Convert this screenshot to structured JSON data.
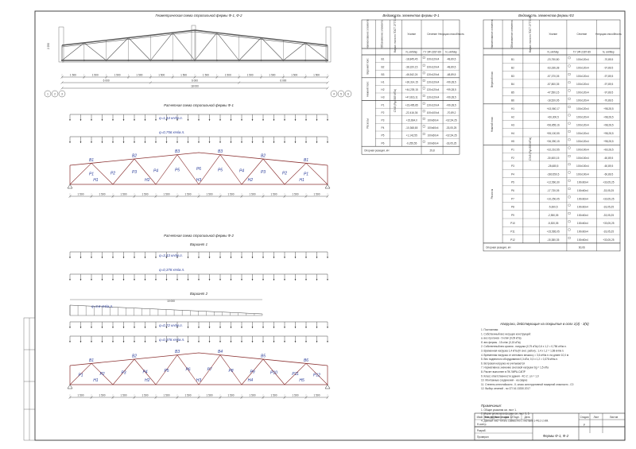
{
  "main_scheme": {
    "title": "Геометрическая схема стропильной фермы Ф-1, Ф-2",
    "dims": [
      "1 500",
      "1 500",
      "1 500",
      "1 500",
      "1 500",
      "1 500",
      "1 500",
      "1 500",
      "1 500",
      "1 500",
      "1 500",
      "1 500"
    ],
    "sub_dims": [
      "6 000",
      "6 000",
      "6 000"
    ],
    "total": "18 000",
    "height": "2 250",
    "axes_left": [
      "1",
      "2",
      "3"
    ],
    "axes_right": [
      "4",
      "5",
      "6"
    ]
  },
  "scheme_f1": {
    "title": "Расчетная схема стропильной фермы Ф-1",
    "q1": "q=1,44 кН/м.п.",
    "q2": "q=0,756 кН/м.п.",
    "top_labels": [
      "B1",
      "B2",
      "B3",
      "B3",
      "B2",
      "B1"
    ],
    "diag_labels": [
      "P1",
      "P2",
      "P3",
      "P4",
      "P5",
      "P6",
      "P5",
      "P4",
      "P3",
      "P2",
      "P1"
    ],
    "bottom_labels": [
      "H1",
      "H2",
      "H3",
      "H2",
      "H1"
    ],
    "dims": [
      "1 500",
      "1 500",
      "1 500",
      "1 500",
      "1 500",
      "1 500",
      "1 500",
      "1 500",
      "1 500",
      "1 500",
      "1 500",
      "1 500"
    ]
  },
  "scheme_f2": {
    "title": "Расчетная схема стропильной фермы Ф-2",
    "variant1": "Вариант 1",
    "variant2": "Вариант 2",
    "q_v1_top": "q=3,43 кН/м.п.",
    "q_v1_bottom": "q=0,378 кН/м.п.",
    "q_v2_snow": "q=3,6 кН/м.п.",
    "q_v2_top": "q=0,72 кН/м.п.",
    "q_v2_bottom": "q=0,378 кН/м.п.",
    "snow_span": "10 000",
    "top_labels": [
      "B1",
      "B2",
      "B3",
      "B4",
      "B5",
      "B6"
    ],
    "diag_labels": [
      "P1",
      "P2",
      "P3",
      "P4",
      "P5",
      "P6",
      "P7",
      "P8",
      "P9",
      "P10",
      "P11",
      "P12"
    ],
    "bottom_labels": [
      "H1",
      "H2",
      "H3",
      "H4",
      "H5"
    ],
    "dims": [
      "1 500",
      "1 500",
      "1 500",
      "1 500",
      "1 500",
      "1 500",
      "1 500",
      "1 500",
      "1 500",
      "1 500",
      "1 500",
      "1 500"
    ]
  },
  "table_f1": {
    "title": "Ведомость элементов фермы Ф-1",
    "headers": [
      "Наименование элемента",
      "Обозначение элемента",
      "Марка стали по ГОСТ 27772-88",
      "Усилие",
      "Сечение",
      "Несущая способность"
    ],
    "units": [
      "N, кН/Мкр",
      "ГУ ЭФ-2287-89",
      "N, кН/Мкр"
    ],
    "groups": [
      {
        "name": "Верхний пояс",
        "rows": [
          [
            "B1",
            "-18,845,45",
            "100х120х4",
            "-48,89,5"
          ],
          [
            "B2",
            "-38,320,15",
            "100х120х4",
            "-48,89,5"
          ],
          [
            "B3",
            "-46,542,24",
            "120х120х4",
            "-48,89,5"
          ]
        ]
      },
      {
        "name": "Нижний пояс",
        "rows": [
          [
            "H1",
            "+30,314,15",
            "120х120х4",
            "+99,28,5"
          ],
          [
            "H2",
            "+44,239,15",
            "120х120х4",
            "+99,28,5"
          ],
          [
            "H3",
            "+47,816,11",
            "120х120х4",
            "+99,28,5"
          ]
        ]
      },
      {
        "name": "Раскосы",
        "rows": [
          [
            "P1",
            "+23,495,85",
            "120х120х4",
            "+99,28,5"
          ],
          [
            "P2",
            "-22,416,36",
            "100х100х4",
            "-70,89,2"
          ],
          [
            "P3",
            "+15,664,0",
            "100х60х4",
            "+32,54,25"
          ],
          [
            "P4",
            "-10,368,65",
            "100х60х4",
            "-33,05,25"
          ],
          [
            "P5",
            "+1,142,55",
            "100х60х4",
            "+32,54,25"
          ],
          [
            "P6",
            "-0,255,55",
            "100х60х4",
            "-33,05,25"
          ]
        ]
      }
    ],
    "steel": "С345 (Ry=305 МПа)",
    "footer_label": "Опорная реакция, кН",
    "footer_value": "29,8"
  },
  "table_f2": {
    "title": "Ведомость элементов фермы Ф2",
    "headers": [
      "Наименование элемента",
      "Обозначение элемента",
      "Марка стали по ГОСТ 27772-88",
      "Усилие",
      "Сечение",
      "Несущая способность"
    ],
    "units": [
      "N, кН/Мкр",
      "ГУ ЭФ-2287-89",
      "N, кН/Мкр"
    ],
    "groups": [
      {
        "name": "Верхний пояс",
        "rows": [
          [
            "B1",
            "-23,750,80",
            "100х120х4",
            "-70,89,5"
          ],
          [
            "B2",
            "-63,336,38",
            "100х120х4",
            "-97,89,5"
          ],
          [
            "B3",
            "-57,370,05",
            "100х120х4",
            "-97,89,5"
          ],
          [
            "B4",
            "-57,800,35",
            "100х120х4",
            "-97,89,5"
          ],
          [
            "B5",
            "-47,550,15",
            "100х120х4",
            "-97,89,5"
          ],
          [
            "B6",
            "-18,520,05",
            "100х120х4",
            "-70,89,5"
          ]
        ]
      },
      {
        "name": "Нижний пояс",
        "rows": [
          [
            "H1",
            "+43,060,17",
            "100х120х4",
            "+98,28,5"
          ],
          [
            "H2",
            "+60,300,5",
            "100х120х4",
            "+98,28,5"
          ],
          [
            "H3",
            "+56,855,16",
            "100х120х4",
            "+98,28,5"
          ],
          [
            "H4",
            "+55,100,55",
            "100х120х4",
            "+98,28,5"
          ],
          [
            "H5",
            "+36,390,15",
            "100х120х4",
            "+98,28,5"
          ]
        ]
      },
      {
        "name": "Раскосы",
        "rows": [
          [
            "P1",
            "+32,210,55",
            "100х100х4",
            "+60,28,5"
          ],
          [
            "P2",
            "-30,600,15",
            "100х100х4",
            "-60,89,5"
          ],
          [
            "P3",
            "-28,680,5",
            "100х100х4",
            "-60,89,5"
          ],
          [
            "P4",
            "-280,550,5",
            "100х100х4",
            "-60,89,5"
          ],
          [
            "P5",
            "+12,560,30",
            "100х60х4",
            "+33,05,25"
          ],
          [
            "P6",
            "-17,730,05",
            "100х60х4",
            "-33,05,25"
          ],
          [
            "P7",
            "+10,250,05",
            "100х60х4",
            "+33,05,25"
          ],
          [
            "P8",
            "-5,600,5",
            "100х60х4",
            "-33,05,25"
          ],
          [
            "P9",
            "-2,550,05",
            "100х60х4",
            "-33,05,25"
          ],
          [
            "P10",
            "-5,520,05",
            "100х60х4",
            "+33,05,25"
          ],
          [
            "P11",
            "+15,565,05",
            "100х60х4",
            "-33,05,25"
          ],
          [
            "P12",
            "-15,380,35",
            "100х60х4",
            "+33,05,25"
          ]
        ]
      }
    ],
    "steel": "С345 (Ry=305 МПа)",
    "footer_label": "Опорная реакция, кН",
    "footer_value": "60,06"
  },
  "notes": {
    "title": "Нагрузки, действующие на покрытие в осях 1(4) - 3(6)",
    "lines": [
      "1. Постоянная:",
      "1. Собственный вес несущих конструкций:",
      "а. вес прогонов - 9 кг/м² (0,09 кПа)",
      "б. вес фермы - 15 кг/м² (0,15 кПа)",
      "2. Собственный вес кровли - нагрузка (0,75 кПа) 0,6 х 1,2 = 0,756 кН/м.п.",
      "3. Временная нагрузка 1,4 кПа (III снег. район) ; 1,4 х 1,2 = 1,68 кН/м.п.",
      "4. Временная нагрузка от снегового мешка q = 3,6 кН/м.п. на длине 10,0 м",
      "5. Вес подвесного оборудования 0,3 кПа; 0,3 х 1,2 = 0,378 кН/м.п.",
      "6. Ветровая нагрузка не учитывается",
      "7. Нормативное значение снеговой нагрузки Sg = 1,5 кПа",
      "8. Расчет выполнен в ПК ЛИРА-САПР",
      "9. Класс ответственности здания - КС-2 ; γn = 1,0",
      "10. Монтажные соединения - на сварке",
      "11. Степень огнестойкости - II; класс конструктивной пожарной опасности - С0",
      "12. Выбор сечений - по СП 16.13330.2017"
    ],
    "notes_title": "Примечания:",
    "notes_lines": [
      "1. Общие указания см. лист 1.",
      "2. Марки элементов фермы см. лист 3, 5.",
      "3. Узлы фермы см. лист 12.",
      "4. Данный лист читать совместно с листами 1-Ф3.2-2.КМ."
    ]
  },
  "stamp": {
    "cols": [
      "Изм.",
      "Кол.уч",
      "Лист",
      "№док.",
      "Подп.",
      "Дата"
    ],
    "role1": "Разраб.",
    "role2": "Проверил",
    "role3": "Н.контр.",
    "stage_head": "Стадия",
    "sheet_head": "Лист",
    "sheets_head": "Листов",
    "stage": "Р",
    "sheet_title": "Фермы Ф-1, Ф-2"
  }
}
